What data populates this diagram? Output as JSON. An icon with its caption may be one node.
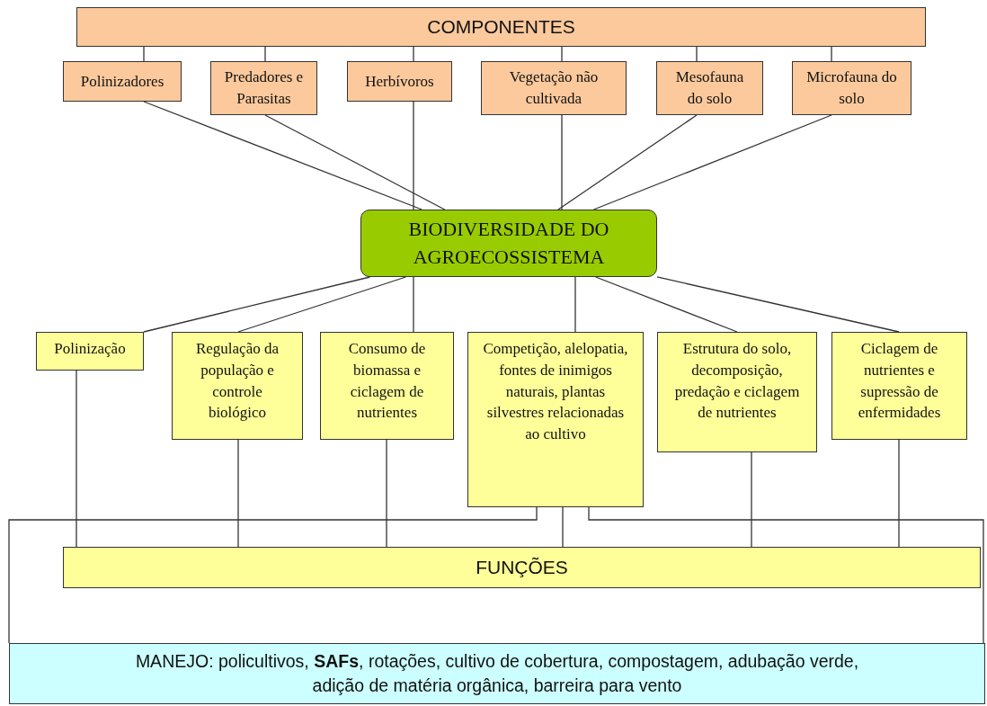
{
  "diagram": {
    "nodes": [
      {
        "text": [
          "COMPONENTES"
        ]
      },
      {
        "text": [
          "Polinizadores"
        ]
      },
      {
        "text": [
          "Predadores e Parasitas"
        ]
      },
      {
        "text": [
          "Herbívoros"
        ]
      },
      {
        "text": [
          "Vegetação não cultivada"
        ]
      },
      {
        "text": [
          "Mesofauna do solo"
        ]
      },
      {
        "text": [
          "Microfauna do solo"
        ]
      },
      {
        "text": [
          "BIODIVERSIDADE DO AGROECOSSISTEMA"
        ]
      },
      {
        "text": [
          "Polinização"
        ]
      },
      {
        "text": [
          "Regulação da população e controle biológico"
        ]
      },
      {
        "text": [
          "Consumo de biomassa e ciclagem de nutrientes"
        ]
      },
      {
        "text": [
          "Competição, alelopatia, fontes de inimigos naturais, plantas silvestres relacionadas ao cultivo"
        ]
      },
      {
        "text": [
          "Estrutura do solo, decomposição, predação e ciclagem de nutrientes"
        ]
      },
      {
        "text": [
          "Ciclagem de nutrientes e supressão de enfermidades"
        ]
      },
      {
        "text": [
          "FUNÇÕES"
        ]
      },
      {
        "text": [
          "MANEJO: policultivos, **SAFs**, rotações, cultivo de cobertura, compostagem, adubação verde, adição de matéria orgânica, barreira para vento"
        ]
      }
    ],
    "edges": [
      {
        "from": 0,
        "to": 1,
        "arrow": "none"
      },
      {
        "from": 0,
        "to": 2,
        "arrow": "none"
      },
      {
        "from": 0,
        "to": 3,
        "arrow": "none"
      },
      {
        "from": 0,
        "to": 4,
        "arrow": "none"
      },
      {
        "from": 0,
        "to": 5,
        "arrow": "none"
      },
      {
        "from": 0,
        "to": 6,
        "arrow": "none"
      },
      {
        "from": 1,
        "to": 7,
        "arrow": "none"
      },
      {
        "from": 2,
        "to": 7,
        "arrow": "none"
      },
      {
        "from": 3,
        "to": 7,
        "arrow": "none"
      },
      {
        "from": 4,
        "to": 7,
        "arrow": "none"
      },
      {
        "from": 5,
        "to": 7,
        "arrow": "none"
      },
      {
        "from": 6,
        "to": 7,
        "arrow": "none"
      },
      {
        "from": 7,
        "to": 8,
        "arrow": "none"
      },
      {
        "from": 7,
        "to": 9,
        "arrow": "none"
      },
      {
        "from": 7,
        "to": 10,
        "arrow": "none"
      },
      {
        "from": 7,
        "to": 11,
        "arrow": "none"
      },
      {
        "from": 7,
        "to": 12,
        "arrow": "none"
      },
      {
        "from": 7,
        "to": 13,
        "arrow": "none"
      },
      {
        "from": 8,
        "to": 14,
        "arrow": "none"
      },
      {
        "from": 9,
        "to": 14,
        "arrow": "none"
      },
      {
        "from": 10,
        "to": 14,
        "arrow": "none"
      },
      {
        "from": 11,
        "to": 14,
        "arrow": "none"
      },
      {
        "from": 12,
        "to": 14,
        "arrow": "none"
      },
      {
        "from": 13,
        "to": 14,
        "arrow": "none"
      },
      {
        "from": 15,
        "to": 11,
        "arrow": "none"
      },
      {
        "from": 15,
        "to": 11,
        "arrow": "none"
      }
    ]
  }
}
